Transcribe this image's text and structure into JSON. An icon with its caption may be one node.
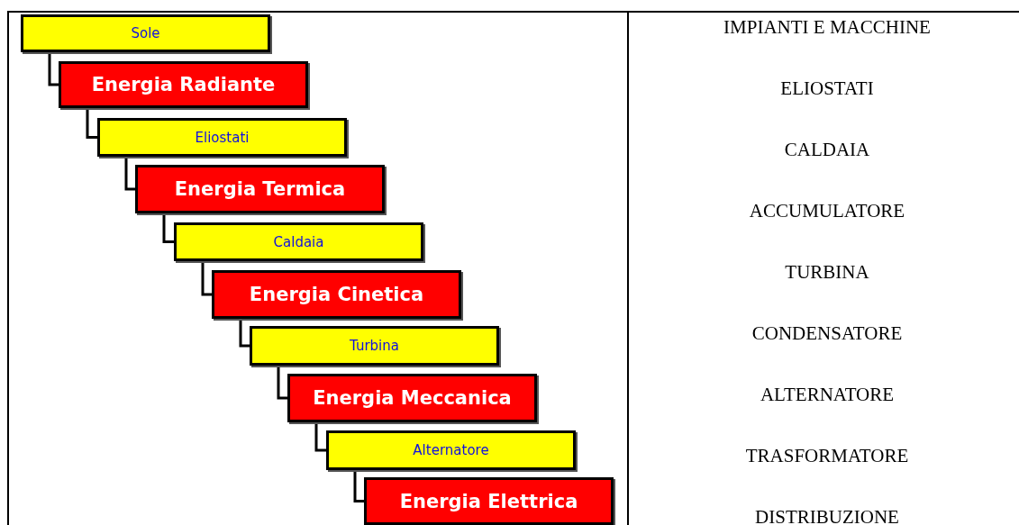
{
  "diagram": {
    "nodes": [
      {
        "text": [
          "Sole"
        ]
      },
      {
        "text": [
          "Energia Radiante"
        ]
      },
      {
        "text": [
          "Eliostati"
        ]
      },
      {
        "text": [
          "Energia Termica"
        ]
      },
      {
        "text": [
          "Caldaia"
        ]
      },
      {
        "text": [
          "Energia Cinetica"
        ]
      },
      {
        "text": [
          "Turbina"
        ]
      },
      {
        "text": [
          "Energia Meccanica"
        ]
      },
      {
        "text": [
          "Alternatore"
        ]
      },
      {
        "text": [
          "Energia Elettrica"
        ]
      }
    ],
    "edges": [
      {
        "from": 0,
        "to": 1,
        "arrow": "none"
      },
      {
        "from": 1,
        "to": 2,
        "arrow": "none"
      },
      {
        "from": 2,
        "to": 3,
        "arrow": "none"
      },
      {
        "from": 3,
        "to": 4,
        "arrow": "none"
      },
      {
        "from": 4,
        "to": 5,
        "arrow": "none"
      },
      {
        "from": 5,
        "to": 6,
        "arrow": "none"
      },
      {
        "from": 6,
        "to": 7,
        "arrow": "none"
      },
      {
        "from": 7,
        "to": 8,
        "arrow": "none"
      },
      {
        "from": 8,
        "to": 9,
        "arrow": "none"
      }
    ],
    "labels": [
      "IMPIANTI E MACCHINE",
      "ELIOSTATI",
      "CALDAIA",
      "ACCUMULATORE",
      "TURBINA",
      "CONDENSATORE",
      "ALTERNATORE",
      "TRASFORMATORE",
      "DISTRIBUZIONE"
    ]
  }
}
